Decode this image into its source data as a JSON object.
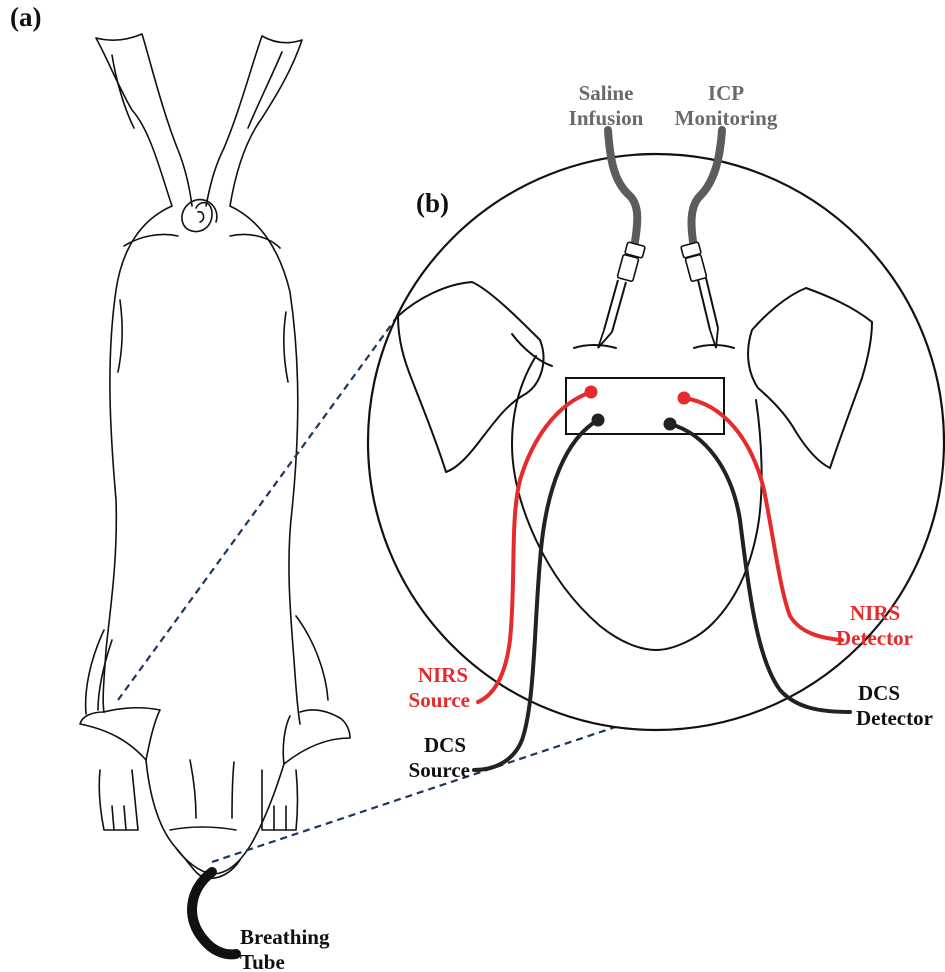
{
  "panels": {
    "a": "(a)",
    "b": "(b)"
  },
  "labels": {
    "saline_line1": "Saline",
    "saline_line2": "Infusion",
    "icp_line1": "ICP",
    "icp_line2": "Monitoring",
    "nirs_source_line1": "NIRS",
    "nirs_source_line2": "Source",
    "nirs_detector_line1": "NIRS",
    "nirs_detector_line2": "Detector",
    "dcs_source_line1": "DCS",
    "dcs_source_line2": "Source",
    "dcs_detector_line1": "DCS",
    "dcs_detector_line2": "Detector",
    "breathing_line1": "Breathing",
    "breathing_line2": "Tube"
  },
  "colors": {
    "nirs": "#e52b2b",
    "dcs": "#222222",
    "catheter": "#5c5c5c",
    "callout_dashes": "#1f3660",
    "outline": "#111111",
    "gray_label": "#6a6a6a"
  }
}
